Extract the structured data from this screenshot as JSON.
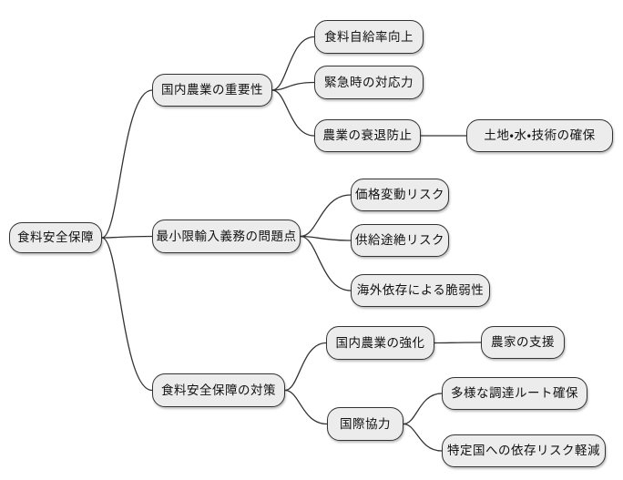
{
  "diagram": {
    "type": "mindmap",
    "orientation": "left-to-right",
    "colors": {
      "background": "#ffffff",
      "node_fill": "#ececec",
      "node_border": "#333333",
      "edge_stroke": "#333333",
      "text": "#111111"
    },
    "nodes": {
      "root": {
        "label": "食料安全保障"
      },
      "importance": {
        "label": "国内農業の重要性"
      },
      "jikyu": {
        "label": "食料自給率向上"
      },
      "kinkyu": {
        "label": "緊急時の対応力"
      },
      "suitai": {
        "label": "農業の衰退防止"
      },
      "tochi": {
        "label": "土地・水・技術の確保"
      },
      "mondai": {
        "label": "最小限輸入義務の問題点"
      },
      "kakaku": {
        "label": "価格変動リスク"
      },
      "kyokyu": {
        "label": "供給途絶リスク"
      },
      "kaigai": {
        "label": "海外依存による脆弱性"
      },
      "taisaku": {
        "label": "食料安全保障の対策"
      },
      "kyoka": {
        "label": "国内農業の強化"
      },
      "nouka": {
        "label": "農家の支援"
      },
      "kokusai": {
        "label": "国際協力"
      },
      "tayou": {
        "label": "多様な調達ルート確保"
      },
      "tokutei": {
        "label": "特定国への依存リスク軽減"
      }
    },
    "edges": [
      {
        "from": "root",
        "to": "importance"
      },
      {
        "from": "root",
        "to": "mondai"
      },
      {
        "from": "root",
        "to": "taisaku"
      },
      {
        "from": "importance",
        "to": "jikyu"
      },
      {
        "from": "importance",
        "to": "kinkyu"
      },
      {
        "from": "importance",
        "to": "suitai"
      },
      {
        "from": "suitai",
        "to": "tochi"
      },
      {
        "from": "mondai",
        "to": "kakaku"
      },
      {
        "from": "mondai",
        "to": "kyokyu"
      },
      {
        "from": "mondai",
        "to": "kaigai"
      },
      {
        "from": "taisaku",
        "to": "kyoka"
      },
      {
        "from": "taisaku",
        "to": "kokusai"
      },
      {
        "from": "kyoka",
        "to": "nouka"
      },
      {
        "from": "kokusai",
        "to": "tayou"
      },
      {
        "from": "kokusai",
        "to": "tokutei"
      }
    ]
  }
}
